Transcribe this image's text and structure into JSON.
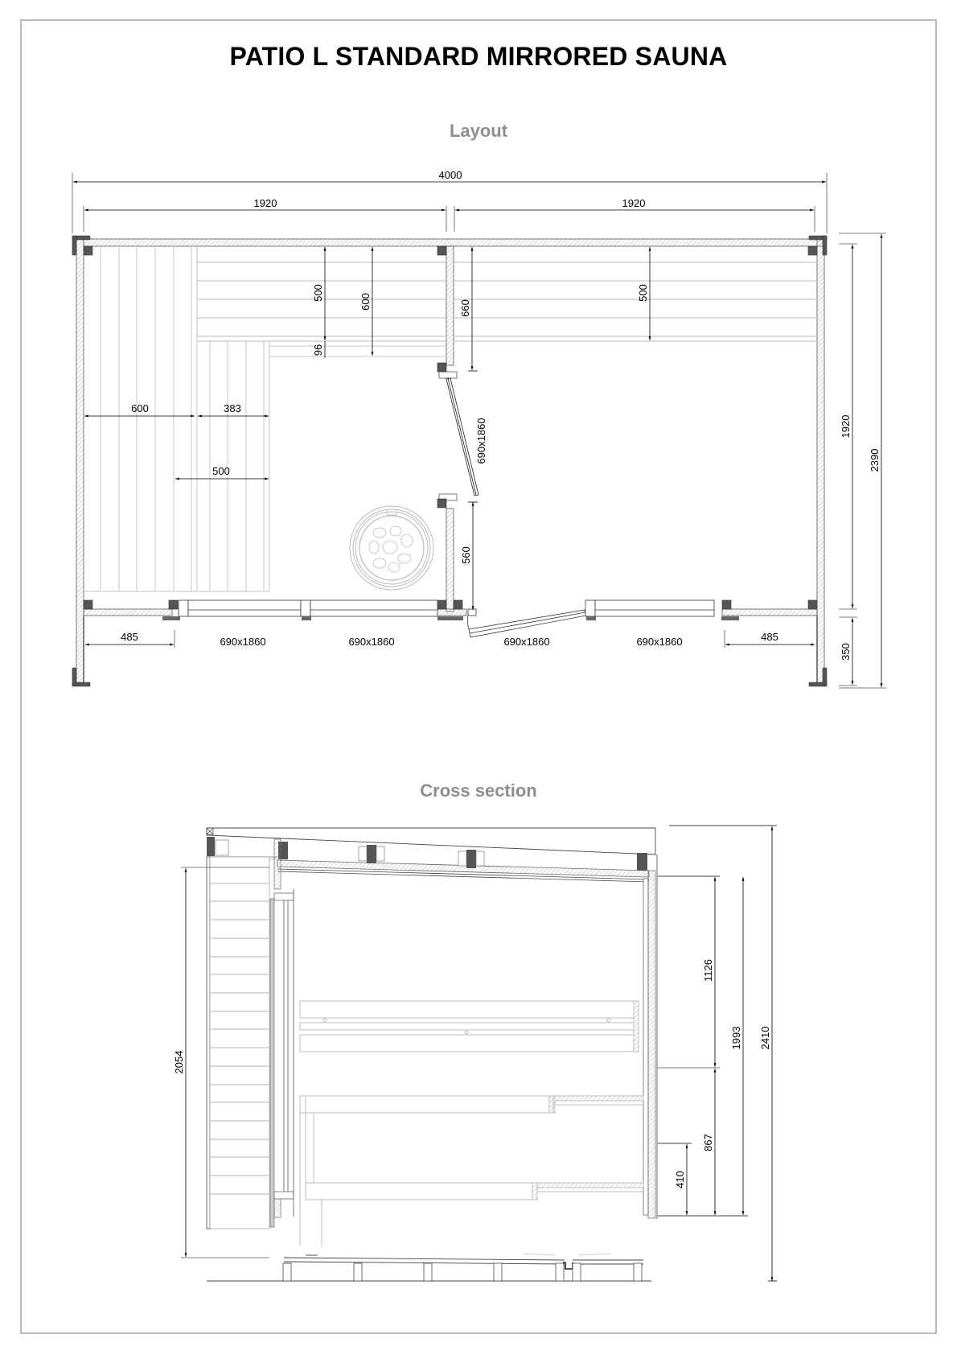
{
  "title": "PATIO L STANDARD MIRRORED SAUNA",
  "sections": {
    "layout": "Layout",
    "cross_section": "Cross section"
  },
  "layout_dims": {
    "total_width": "4000",
    "left_room_width": "1920",
    "right_room_width": "1920",
    "bench_upper_left": "500",
    "bench_upper_left_total": "600",
    "bench_gap": "96",
    "partition_wall_upper": "660",
    "bench_upper_right": "500",
    "side_bench_width": "600",
    "side_bench_step": "383",
    "side_bench_lower": "500",
    "inner_door": "690x1860",
    "partition_wall_lower": "560",
    "room_depth": "1920",
    "total_depth": "2390",
    "porch_depth": "350",
    "front_left_wall": "485",
    "front_right_wall": "485",
    "glass_1": "690x1860",
    "glass_2": "690x1860",
    "entrance_door": "690x1860",
    "glass_3": "690x1860"
  },
  "section_dims": {
    "door_height": "2054",
    "upper_to_ceiling": "1126",
    "ceiling_height": "1993",
    "total_height": "2410",
    "upper_bench_height": "867",
    "lower_bench_height": "410"
  },
  "icons": {
    "heater": "sauna-heater-stones-icon"
  }
}
